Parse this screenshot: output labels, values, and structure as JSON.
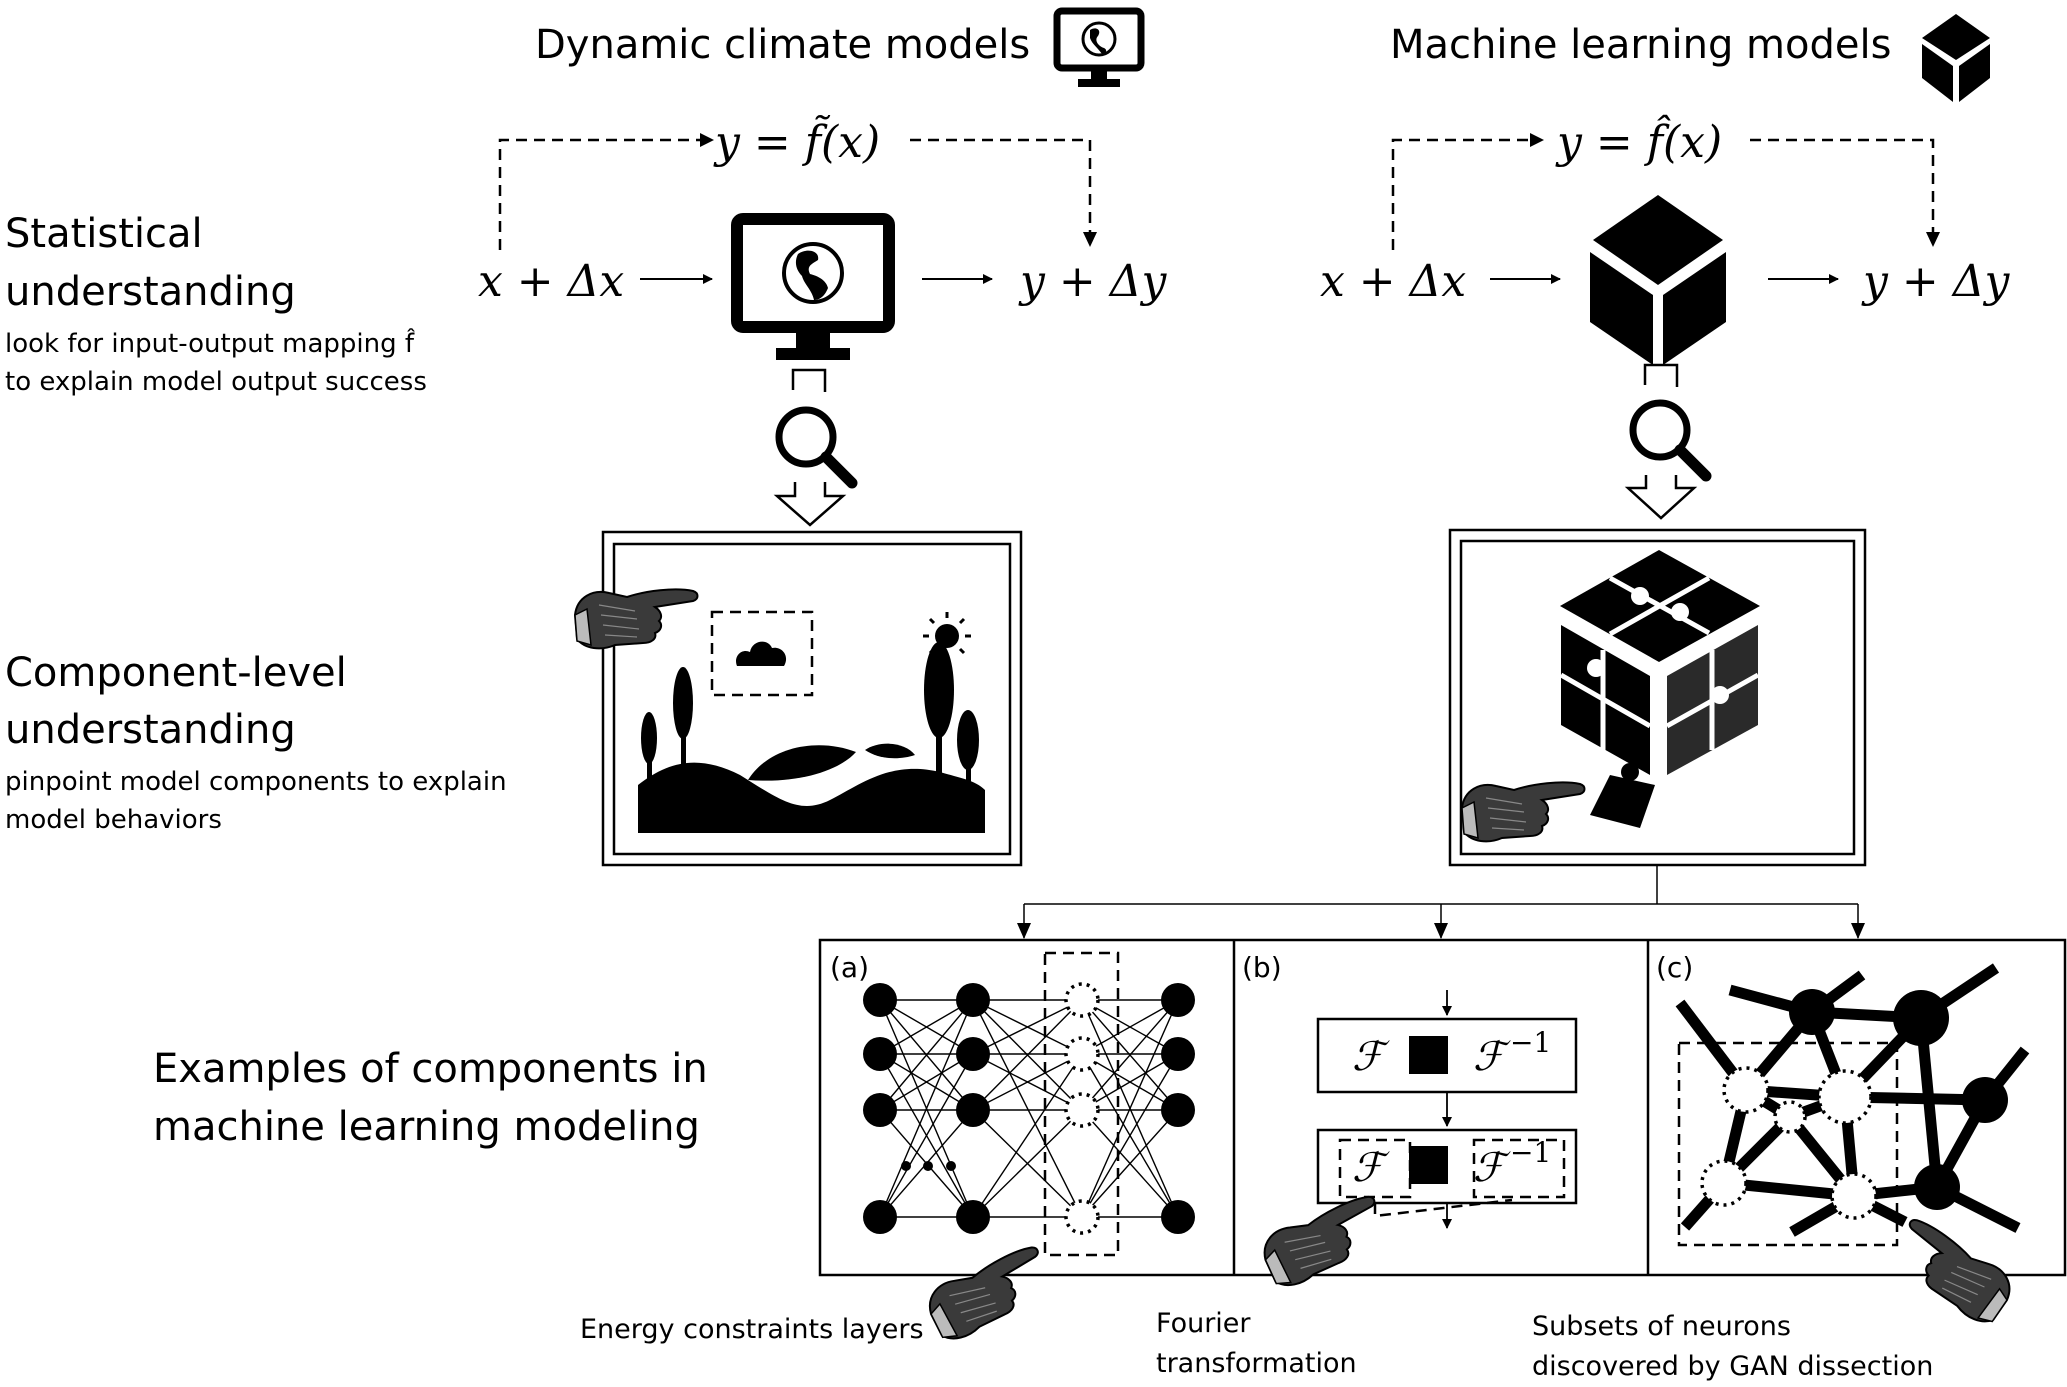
{
  "columns": {
    "left": {
      "title": "Dynamic climate models",
      "icon": "monitor-globe-icon"
    },
    "right": {
      "title": "Machine learning models",
      "icon": "cube-icon"
    }
  },
  "rows": {
    "statistical": {
      "title_line1": "Statistical",
      "title_line2": "understanding",
      "desc_line1": "look for input-output mapping f̂",
      "desc_line2": "to explain model output success"
    },
    "component": {
      "title_line1": "Component-level",
      "title_line2": "understanding",
      "desc_line1": "pinpoint model components to explain",
      "desc_line2": "model behaviors"
    },
    "examples": {
      "title_line1": "Examples of components in",
      "title_line2": "machine learning modeling"
    }
  },
  "equations": {
    "left_mapping": "y = f̃(x)",
    "right_mapping": "y = f̂(x)",
    "input": "x + Δx",
    "output": "y + Δy"
  },
  "panels": [
    {
      "id": "a",
      "label": "(a)",
      "caption_line1": "Energy constraints layers",
      "caption_line2": ""
    },
    {
      "id": "b",
      "label": "(b)",
      "caption_line1": "Fourier",
      "caption_line2": "transformation",
      "fourier": "ℱ",
      "inverse_fourier": "ℱ",
      "inverse_sup": "−1"
    },
    {
      "id": "c",
      "label": "(c)",
      "caption_line1": "Subsets of neurons",
      "caption_line2": "discovered by GAN dissection"
    }
  ],
  "icons": {
    "magnifier": "magnifier-icon",
    "pointing_hand": "pointing-hand-icon",
    "landscape": "landscape-icon",
    "puzzle_cube": "puzzle-cube-icon",
    "cloud": "cloud-icon",
    "sun": "sun-icon"
  }
}
